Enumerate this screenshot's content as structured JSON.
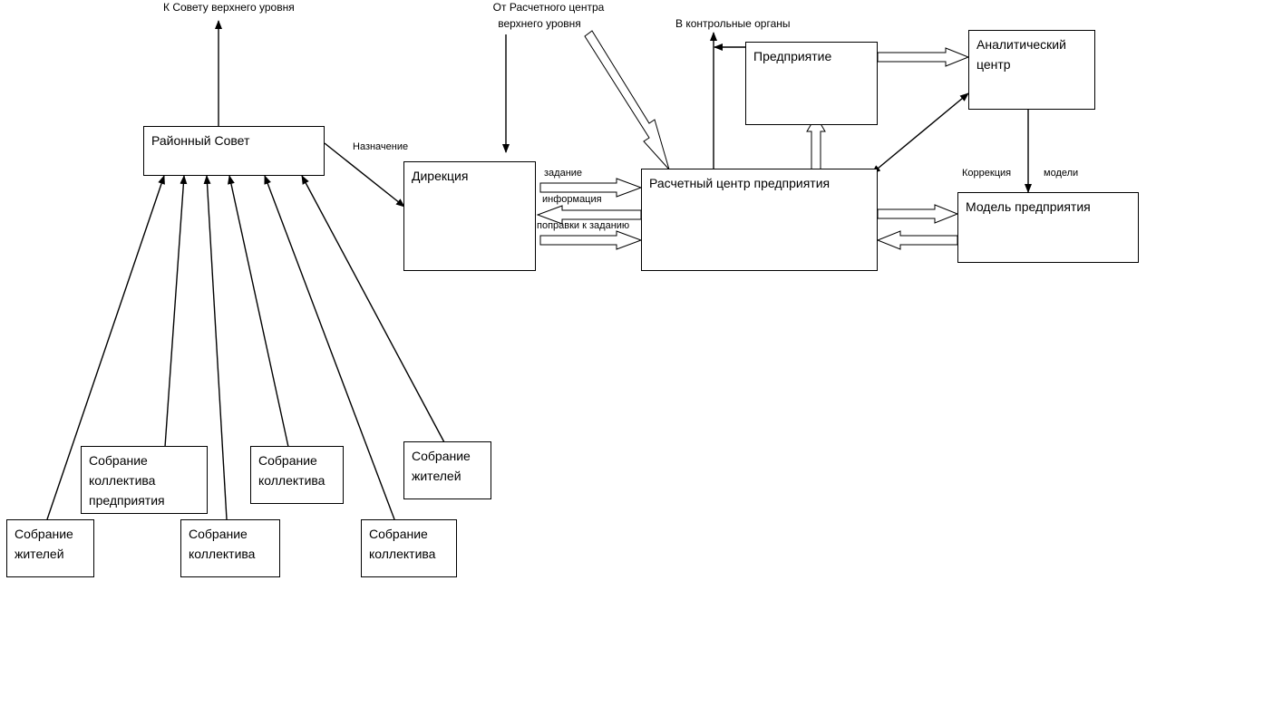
{
  "boxes": {
    "district_council": "Районный Совет",
    "directorate": "Дирекция",
    "calc_center": "Расчетный центр предприятия",
    "enterprise": "Предприятие",
    "analytic_center": "Аналитический\nцентр",
    "enterprise_model": "Модель предприятия",
    "res_meeting_1": "Собрание\nжителей",
    "staff_meeting_enterprise": "Собрание\nколлектива\nпредприятия",
    "staff_meeting_1": "Собрание\nколлектива",
    "staff_meeting_2": "Собрание\nколлектива",
    "staff_meeting_3": "Собрание\nколлектива",
    "res_meeting_2": "Собрание\nжителей"
  },
  "labels": {
    "to_upper_council": "К  Совету верхнего уровня",
    "from_upper_calc_1": "От Расчетного центра",
    "from_upper_calc_2": "верхнего уровня",
    "to_control_bodies": "В контрольные органы",
    "appointment": "Назначение",
    "task": "задание",
    "information": "информация",
    "task_corrections": "поправки к заданию",
    "correction": "Коррекция",
    "models": "модели"
  }
}
